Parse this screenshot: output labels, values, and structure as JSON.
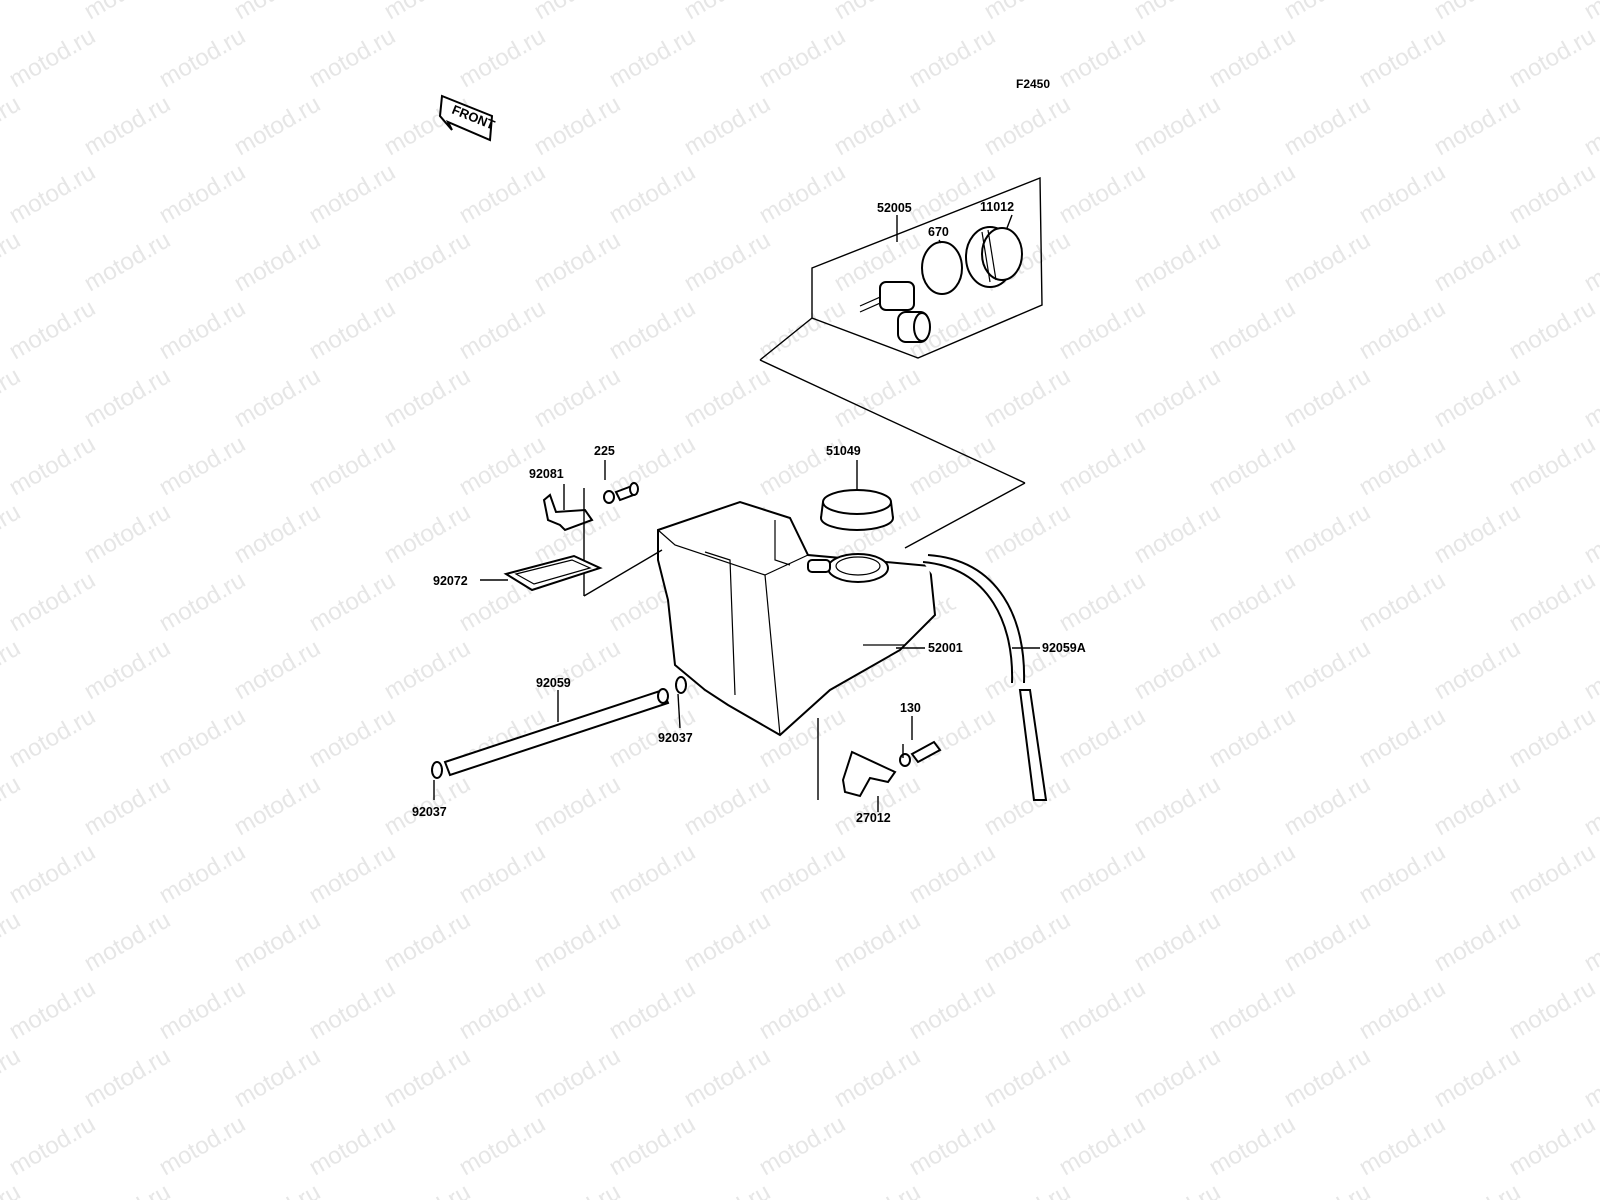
{
  "diagram": {
    "code": "F2450",
    "front_label": "FRONT",
    "watermark": "motod.ru",
    "parts": {
      "p52005": "52005",
      "p670": "670",
      "p11012": "11012",
      "p51049": "51049",
      "p225": "225",
      "p92081": "92081",
      "p92072": "92072",
      "p52001": "52001",
      "p92059A": "92059A",
      "p92059": "92059",
      "p92037a": "92037",
      "p92037b": "92037",
      "p130": "130",
      "p27012": "27012"
    }
  }
}
